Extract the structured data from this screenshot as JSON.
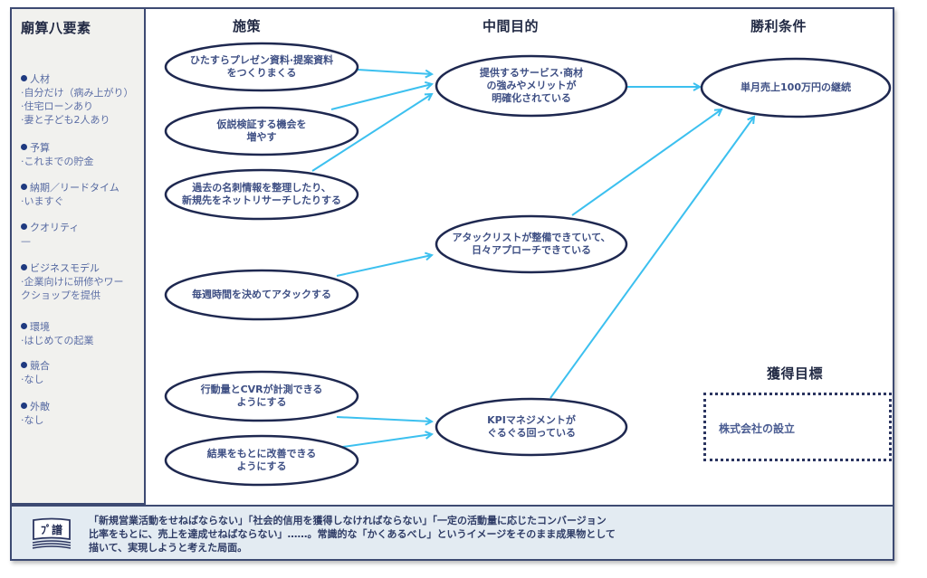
{
  "sidebar": {
    "title": "廟算八要素",
    "factors": [
      {
        "label": "人材",
        "details": [
          "·自分だけ（病み上がり）",
          "·住宅ローンあり",
          "·妻と子ども2人あり"
        ]
      },
      {
        "label": "予算",
        "details": [
          "·これまでの貯金"
        ]
      },
      {
        "label": "納期／リードタイム",
        "details": [
          "·いますぐ"
        ]
      },
      {
        "label": "クオリティ",
        "details": [
          "—"
        ]
      },
      {
        "label": "ビジネスモデル",
        "details": [
          "·企業向けに研修やワー",
          "クショップを提供"
        ]
      },
      {
        "label": "環境",
        "details": [
          "·はじめての起業"
        ]
      },
      {
        "label": "競合",
        "details": [
          "·なし"
        ]
      },
      {
        "label": "外敵",
        "details": [
          "·なし"
        ]
      }
    ]
  },
  "columns": {
    "measures": "施策",
    "intermediate": "中間目的",
    "victory": "勝利条件",
    "acquisition": "獲得目標"
  },
  "nodes": {
    "m1": [
      "ひたすらプレゼン資料·提案資料",
      "をつくりまくる"
    ],
    "m2": [
      "仮説検証する機会を",
      "増やす"
    ],
    "m3": [
      "過去の名刺情報を整理したり、",
      "新規先をネットリサーチしたりする"
    ],
    "m4": [
      "毎週時間を決めてアタックする"
    ],
    "m5": [
      "行動量とCVRが計測できる",
      "ようにする"
    ],
    "m6": [
      "結果をもとに改善できる",
      "ようにする"
    ],
    "i1": [
      "提供するサービス·商材",
      "の強みやメリットが",
      "明確化されている"
    ],
    "i2": [
      "アタックリストが整備できていて、",
      "日々アプローチできている"
    ],
    "i3": [
      "KPIマネジメントが",
      "ぐるぐる回っている"
    ],
    "v1": [
      "単月売上100万円の継続"
    ]
  },
  "edges": [
    [
      "m1",
      "i1"
    ],
    [
      "m2",
      "i1"
    ],
    [
      "m3",
      "i1"
    ],
    [
      "m4",
      "i2"
    ],
    [
      "m5",
      "i3"
    ],
    [
      "m6",
      "i3"
    ],
    [
      "i1",
      "v1"
    ],
    [
      "i2",
      "v1"
    ],
    [
      "i3",
      "v1"
    ]
  ],
  "acquisition_goal": "株式会社の設立",
  "footer": {
    "icon_label": "ﾌﾟ譜",
    "lines": [
      "「新規営業活動をせねばならない」「社会的信用を獲得しなければならない」「一定の活動量に応じたコンバージョン",
      "比率をもとに、売上を達成せねばならない」……。常識的な「かくあるべし」というイメージをそのまま成果物として",
      "描いて、実現しようと考えた局面。"
    ]
  },
  "colors": {
    "arrow": "#3cc0ef",
    "ellipse_stroke": "#1e2850",
    "text": "#3e4f84",
    "frame": "#3d4a72",
    "sidebar_bg": "#f1f1ee",
    "footer_bg": "#e3ebf2"
  }
}
